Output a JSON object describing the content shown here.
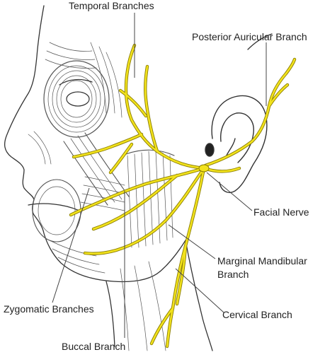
{
  "labels": {
    "temporal": "Temporal Branches",
    "posterior_auricular": "Posterior Auricular Branch",
    "facial_nerve": "Facial Nerve",
    "marginal_mandibular_line1": "Marginal Mandibular",
    "marginal_mandibular_line2": "Branch",
    "cervical": "Cervical Branch",
    "zygomatic": "Zygomatic Branches",
    "buccal": "Buccal Branch"
  },
  "colors": {
    "nerve": "#f2e21c",
    "nerve_outline": "#8a7d00",
    "ink": "#333333",
    "leader": "#444444",
    "background": "#ffffff"
  }
}
